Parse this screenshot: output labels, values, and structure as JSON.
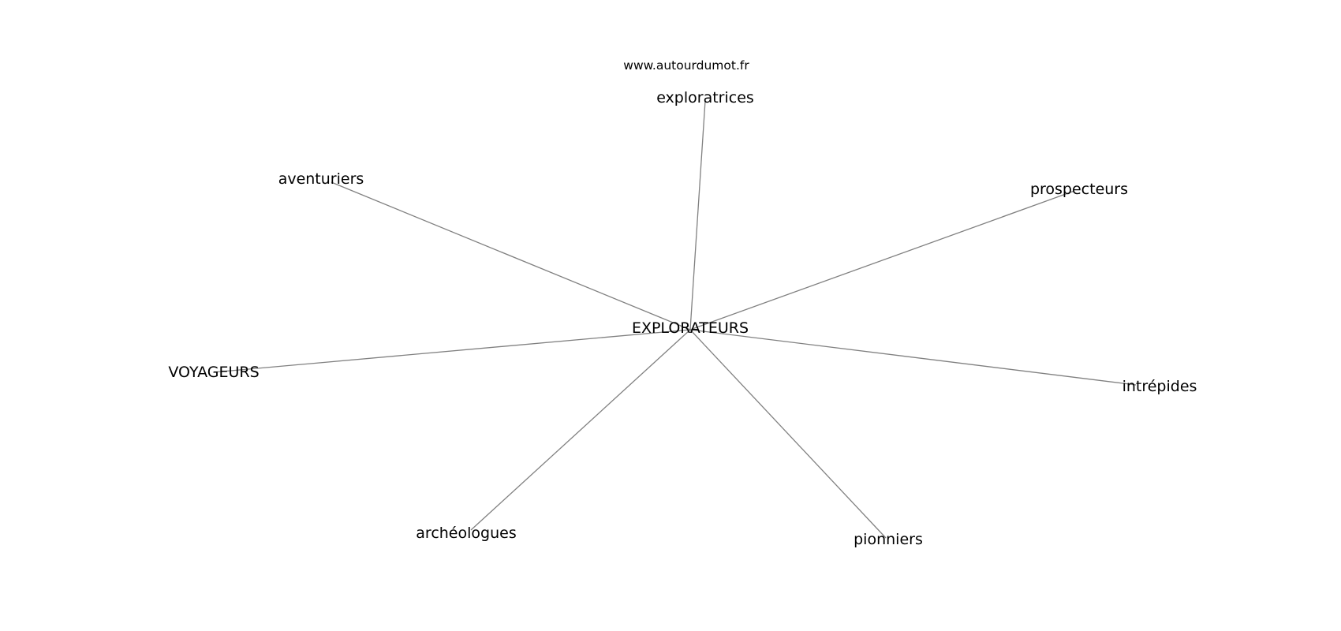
{
  "source": "www.autourdumot.fr",
  "center": {
    "label": "EXPLORATEURS"
  },
  "nodes": [
    {
      "label": "exploratrices"
    },
    {
      "label": "aventuriers"
    },
    {
      "label": "prospecteurs"
    },
    {
      "label": "VOYAGEURS"
    },
    {
      "label": "intrépides"
    },
    {
      "label": "archéologues"
    },
    {
      "label": "pionniers"
    }
  ],
  "colors": {
    "edge": "#808080",
    "text": "#000000",
    "background": "#ffffff"
  }
}
